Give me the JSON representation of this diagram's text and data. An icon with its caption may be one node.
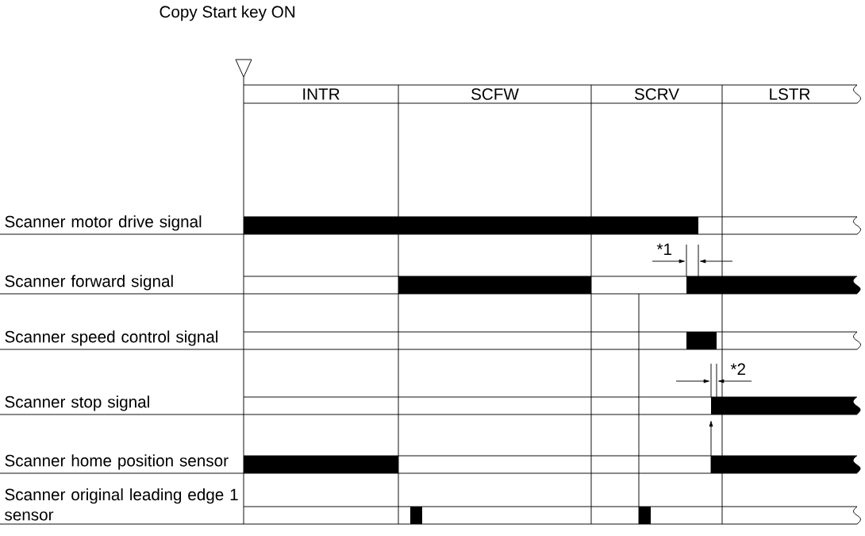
{
  "diagram": {
    "labels": [
      "Copy Start key ON",
      "INTR",
      "SCFW",
      "SCRV",
      "LSTR",
      "Scanner motor drive signal",
      "*1",
      "Scanner forward signal",
      "Scanner speed control signal",
      "*2",
      "Scanner stop signal",
      "Scanner home position sensor",
      "Scanner original leading edge 1 sensor"
    ]
  }
}
